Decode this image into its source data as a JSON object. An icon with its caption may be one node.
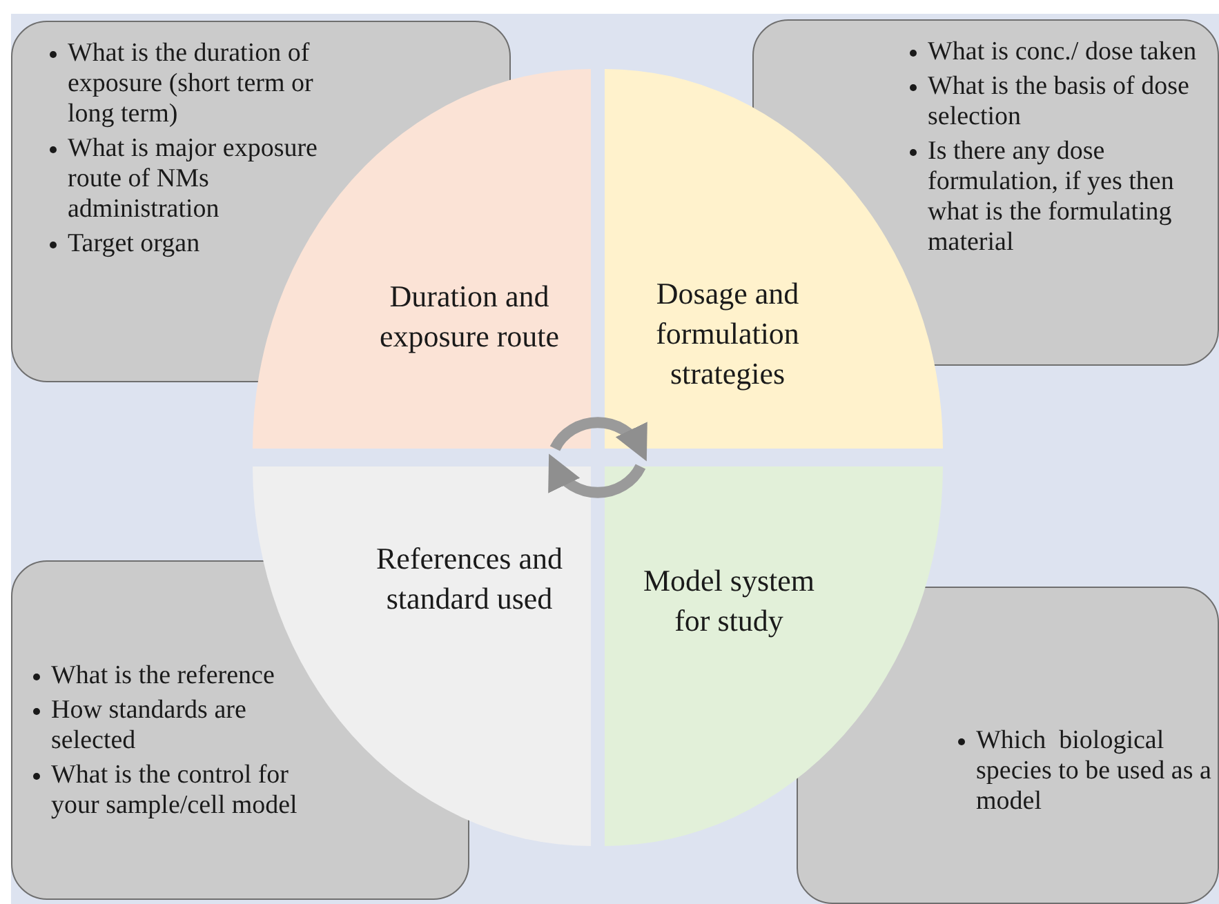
{
  "diagram": {
    "nodes": [
      {
        "text": [
          "What is the duration of exposure (short term or long term)",
          "What is major exposure route of NMs administration",
          "Target organ"
        ]
      },
      {
        "text": [
          "What is conc./ dose taken",
          "What is the basis of dose selection",
          "Is there any dose formulation, if yes then what is the formulating material"
        ]
      },
      {
        "text": [
          "Duration and exposure route"
        ]
      },
      {
        "text": [
          "Dosage and formulation strategies"
        ]
      },
      {
        "text": [
          "References and standard used"
        ]
      },
      {
        "text": [
          "Model system for study"
        ]
      },
      {
        "text": [
          "What is the reference",
          "How standards are selected",
          "What is the control for your sample/cell model"
        ]
      },
      {
        "text": [
          "Which  biological species to be used as a model"
        ]
      }
    ],
    "edges": [
      {
        "from": 2,
        "to": 3,
        "arrow": "to"
      },
      {
        "from": 5,
        "to": 4,
        "arrow": "to"
      }
    ]
  }
}
